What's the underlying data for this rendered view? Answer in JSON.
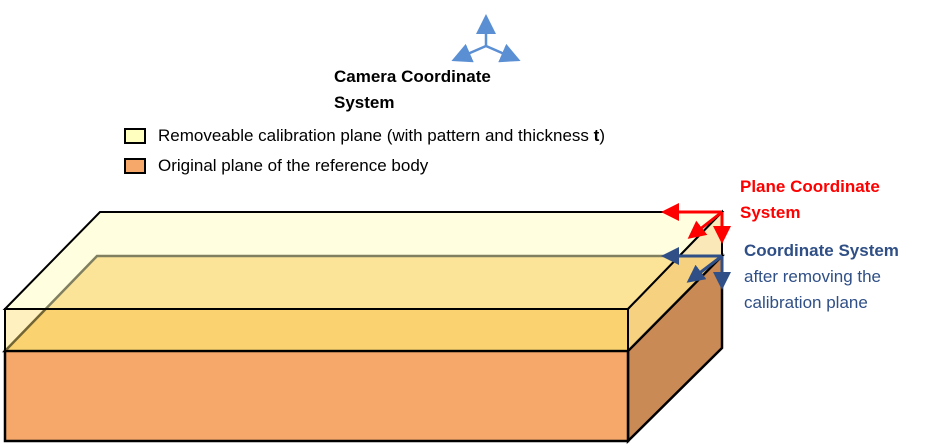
{
  "camera_system": {
    "label_line1": "Camera Coordinate",
    "label_line2": "System"
  },
  "legend": [
    {
      "label": "Removeable calibration plane (with pattern and thickness ",
      "label_emphasis": "t",
      "label_end": ")",
      "color": "#ffffc0"
    },
    {
      "label": "Original plane of the reference body",
      "color": "#f5a86a"
    }
  ],
  "plane_coordinate_system": {
    "label_line1": "Plane Coordinate",
    "label_line2": "System",
    "color": "#ff0000"
  },
  "after_removal_system": {
    "title": "Coordinate System",
    "line2": "after removing the",
    "line3": "calibration plane",
    "color": "#2f4f86"
  },
  "colors": {
    "calibration_plane": "#ffffc0",
    "body_front": "#f5a86a",
    "body_side": "#c98a55",
    "body_top": "#f6c870",
    "camera_axes": "#5b8fd4",
    "outline": "#000000"
  },
  "icons": [
    "camera-axes-icon",
    "plane-axes-icon",
    "reference-axes-icon"
  ]
}
